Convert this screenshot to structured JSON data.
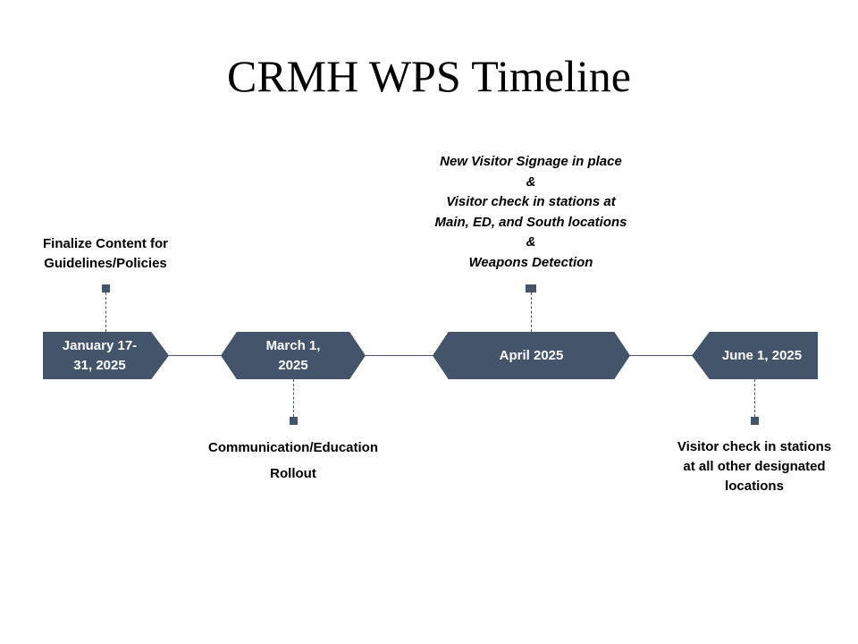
{
  "title": "CRMH WPS Timeline",
  "colors": {
    "node_fill": "#44546a",
    "node_text": "#ffffff",
    "text": "#000000",
    "background": "#ffffff"
  },
  "milestones": [
    {
      "date": "January 17-31, 2025",
      "date_lines": [
        "January 17-",
        "31, 2025"
      ],
      "label_position": "above",
      "label_lines": [
        "Finalize Content for",
        "Guidelines/Policies"
      ]
    },
    {
      "date": "March 1, 2025",
      "date_lines": [
        "March 1,",
        "2025"
      ],
      "label_position": "below",
      "label_lines": [
        "Communication/Education",
        "Rollout"
      ]
    },
    {
      "date": "April 2025",
      "date_lines": [
        "April 2025"
      ],
      "label_position": "above",
      "label_lines": [
        "New Visitor Signage in place",
        "&",
        "Visitor check in stations at",
        "Main, ED, and South locations",
        "&",
        "Weapons Detection"
      ]
    },
    {
      "date": "June 1, 2025",
      "date_lines": [
        "June 1, 2025"
      ],
      "label_position": "below",
      "label_lines": [
        "Visitor check in stations",
        "at all other designated",
        "locations"
      ]
    }
  ]
}
